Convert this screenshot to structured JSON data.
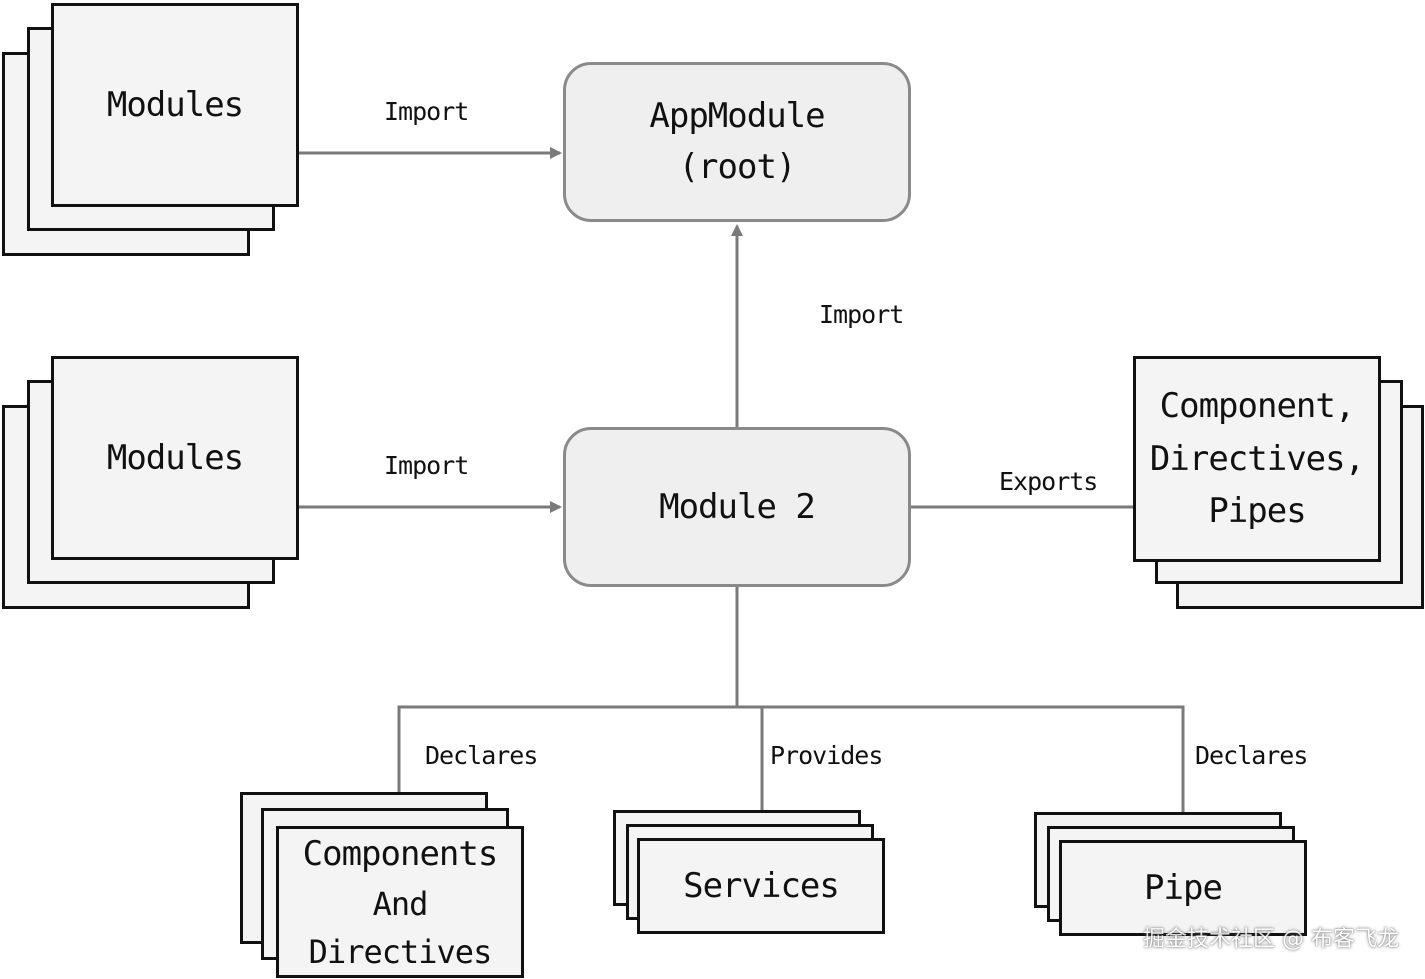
{
  "nodes": {
    "app_module": {
      "line1": "AppModule",
      "line2": "(root)"
    },
    "module_2": {
      "label": "Module 2"
    }
  },
  "stacks": {
    "modules_top": {
      "label": "Modules"
    },
    "modules_middle": {
      "label": "Modules"
    },
    "exports_target": {
      "line1": "Component,",
      "line2": "Directives,",
      "line3": "Pipes"
    },
    "components_directives": {
      "line1": "Components",
      "line2": "And Directives"
    },
    "services": {
      "label": "Services"
    },
    "pipe": {
      "label": "Pipe"
    }
  },
  "edges": {
    "modules_top_to_app": "Import",
    "module2_to_app": "Import",
    "modules_middle_to_module2": "Import",
    "module2_exports": "Exports",
    "declares_components": "Declares",
    "provides_services": "Provides",
    "declares_pipe": "Declares"
  },
  "colors": {
    "line": "#7a7a7a",
    "node_border": "#8a8a8a",
    "card_border": "#111111",
    "fill": "#f2f2f2"
  },
  "watermark": "掘金技术社区 @ 布客飞龙"
}
